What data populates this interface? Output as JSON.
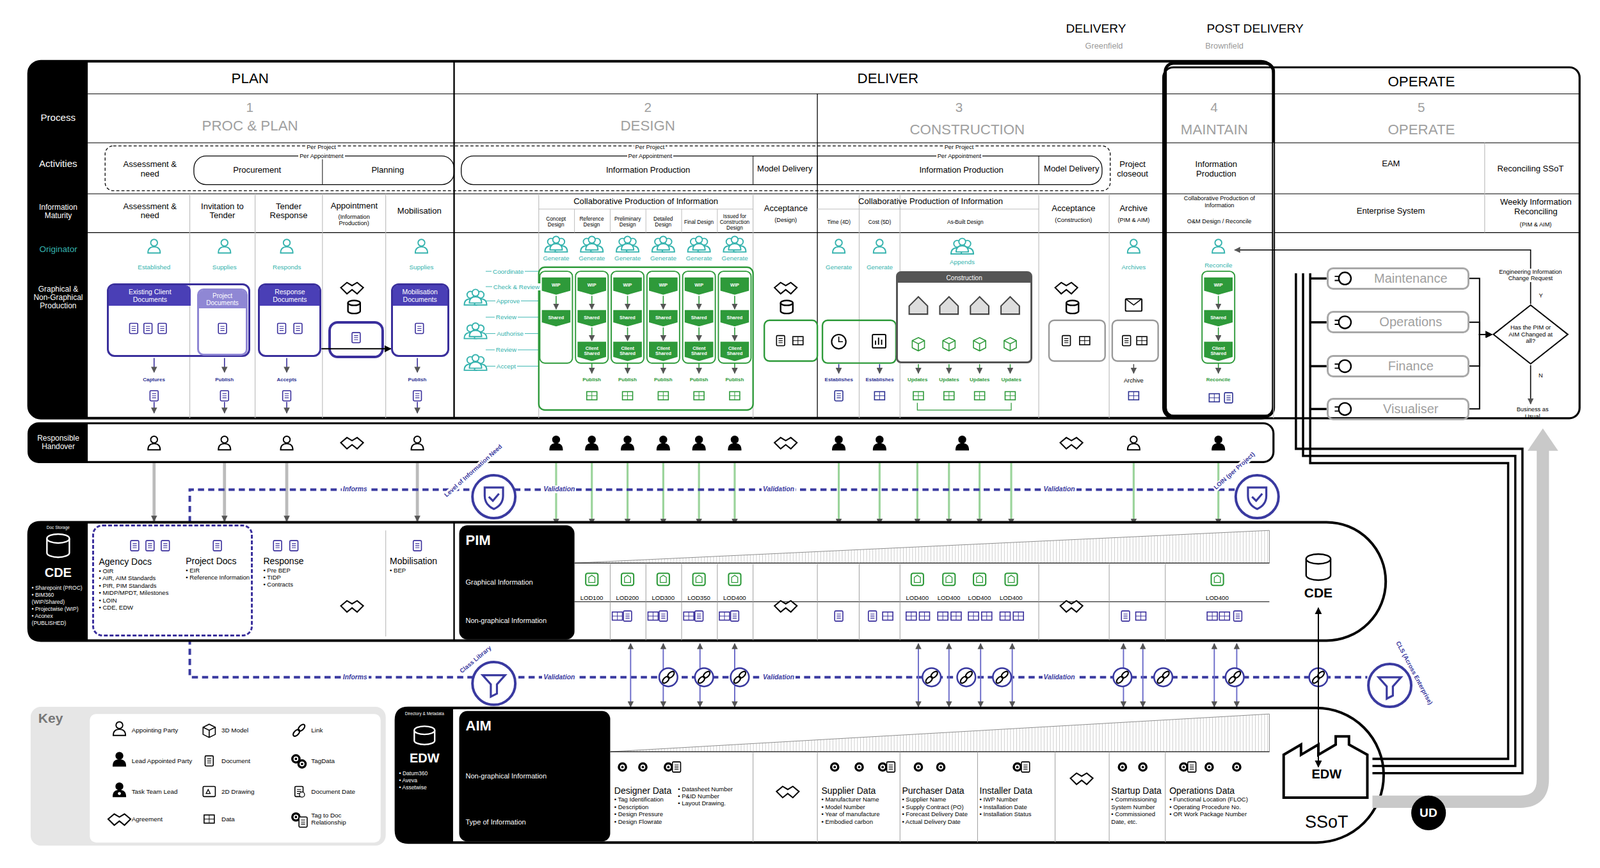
{
  "diagram": {
    "nodes": [
      {
        "text": [
          "Existing Client Documents"
        ]
      },
      {
        "text": [
          "Project Documents"
        ],
        "in": 0
      },
      {
        "text": [
          "Response Documents"
        ]
      },
      {
        "text": [
          "Mobilisation Documents"
        ]
      },
      {
        "text": [
          "Construction"
        ]
      },
      {
        "text": [
          "Maintenance"
        ]
      },
      {
        "text": [
          "Operations"
        ]
      },
      {
        "text": [
          "Finance"
        ]
      },
      {
        "text": [
          "Visualiser"
        ]
      },
      {
        "text": [
          "Has the PIM or AIM Changed at all?"
        ]
      },
      {
        "text": [
          "Doc Storage",
          "CDE",
          "• Sharepoint (PROC)",
          "• BIM360 (WIP/Shared)",
          "• Projectwise (WIP)",
          "• Aconex (PUBLISHED)"
        ]
      },
      {
        "text": [
          "Agency Docs",
          "• OIR",
          "• AIR, AIM Standards",
          "• PIR, PIM Standards",
          "• MIDP/MPDT, Milestones",
          "• LOIN",
          "• CDE, EDW"
        ]
      },
      {
        "text": [
          "Project Docs",
          "• EIR",
          "• Reference Information"
        ],
        "in": 11
      },
      {
        "text": [
          "Response",
          "• Pre BEP",
          "• TIDP",
          "• Contracts"
        ]
      },
      {
        "text": [
          "Mobilisation",
          "• BEP"
        ]
      },
      {
        "text": [
          "PIM",
          "Graphical Information",
          "Non-graphical Information"
        ]
      },
      {
        "text": [
          "CDE"
        ]
      },
      {
        "text": [
          "Directory & Metadata",
          "EDW",
          "• Datum360",
          "• Aveva",
          "• Assetwise"
        ]
      },
      {
        "text": [
          "AIM",
          "Non-graphical Information",
          "Type of Information"
        ]
      },
      {
        "text": [
          "Designer Data",
          "• Tag Identification",
          "• Description",
          "• Design Pressure",
          "• Design Flowrate",
          "• Datasheet Number",
          "• P&ID Number",
          "• Layout Drawing."
        ]
      },
      {
        "text": [
          "Supplier Data",
          "• Manufacturer Name",
          "• Model Number",
          "• Year of manufacture",
          "• Embodied carbon"
        ]
      },
      {
        "text": [
          "Purchaser Data",
          "• Supplier Name",
          "• Supply Contract (PO)",
          "• Forecast Delivery Date",
          "• Actual Delivery Date"
        ]
      },
      {
        "text": [
          "Installer Data",
          "• IWP Number",
          "• Installation Date",
          "• Installation Status"
        ]
      },
      {
        "text": [
          "Startup Data",
          "• Commissioning System Number",
          "• Commissioned Date, etc."
        ]
      },
      {
        "text": [
          "Operations Data",
          "• Functional Location (FLOC)",
          "• Operating Procedure No.",
          "• OR Work Package Number"
        ]
      },
      {
        "text": [
          "EDW",
          "SSoT"
        ]
      },
      {
        "text": [
          "Key"
        ]
      }
    ],
    "edges": [
      {
        "from": 2,
        "to": 3,
        "arrow": "to"
      },
      {
        "from": 5,
        "to": 9,
        "arrow": "to"
      },
      {
        "from": 6,
        "to": 9,
        "arrow": "to"
      },
      {
        "from": 7,
        "to": 9,
        "arrow": "to"
      },
      {
        "from": 8,
        "to": 9,
        "arrow": "to"
      },
      {
        "from": 16,
        "to": 25,
        "arrow": "both"
      }
    ],
    "labels": [
      "DELIVERY",
      "Greenfield",
      "POST DELIVERY",
      "Brownfield",
      "PLAN",
      "DELIVER",
      "OPERATE",
      "1",
      "PROC & PLAN",
      "2",
      "DESIGN",
      "3",
      "CONSTRUCTION",
      "4",
      "MAINTAIN",
      "5",
      "OPERATE",
      "Process",
      "Activities",
      "Information Maturity",
      "Originator",
      "Graphical & Non-Graphical Production",
      "Per Project",
      "Per Appointment",
      "Per Project",
      "Per Appointment",
      "Per Project",
      "Per Appointment",
      "Assessment & need",
      "Procurement",
      "Planning",
      "Information Production",
      "Model Delivery",
      "Information Production",
      "Model Delivery",
      "Project closeout",
      "Information Production",
      "EAM",
      "Reconciling SSoT",
      "Assessment & need",
      "Invitation to Tender",
      "Tender Response",
      "Appointment",
      "(Information Production)",
      "Mobilisation",
      "Collaborative Production of Information",
      "Concept Design",
      "Reference Design",
      "Preliminary Design",
      "Detailed Design",
      "Final Design",
      "Issued for Construction Design",
      "Acceptance",
      "(Design)",
      "Collaborative Production of Information",
      "Time (4D)",
      "Cost (5D)",
      "As-Built Design",
      "Acceptance",
      "(Construction)",
      "Archive",
      "(PIM & AIM)",
      "Collaborative Production of Information",
      "O&M Design / Reconcile",
      "Enterprise System",
      "Weekly Information Reconciling",
      "(PIM & AIM)",
      "Established",
      "Supplies",
      "Responds",
      "Supplies",
      "Generate",
      "Generate",
      "Generate",
      "Generate",
      "Generate",
      "Generate",
      "Generate",
      "Generate",
      "Appends",
      "Archives",
      "Reconcile",
      "Coordinate",
      "Check & Review",
      "Approve",
      "Review",
      "Authorise",
      "Review",
      "Accept",
      "WIP",
      "WIP",
      "WIP",
      "WIP",
      "WIP",
      "WIP",
      "Shared",
      "Shared",
      "Shared",
      "Shared",
      "Shared",
      "Shared",
      "Client Shared",
      "Client Shared",
      "Client Shared",
      "Client Shared",
      "Client Shared",
      "Publish",
      "Publish",
      "Publish",
      "Publish",
      "Publish",
      "Establishes",
      "Establishes",
      "Updates",
      "Updates",
      "Updates",
      "Updates",
      "Archive",
      "WIP",
      "Shared",
      "Client Shared",
      "Reconcile",
      "Captures",
      "Publish",
      "Accepts",
      "Publish",
      "Engineering Information Change Request",
      "Y",
      "N",
      "Business as Usual",
      "Responsible Handover",
      "Informs",
      "Level of Information Need",
      "Validation",
      "Validation",
      "Validation",
      "LOIN (per Project)",
      "Informs",
      "Class Library",
      "Validation",
      "Validation",
      "Validation",
      "CLS (Across Enterprise)",
      "LOD100",
      "LOD200",
      "LOD300",
      "LOD350",
      "LOD400",
      "LOD400",
      "LOD400",
      "LOD400",
      "LOD400",
      "LOD400",
      "UD"
    ],
    "legend": [
      {
        "text": "Appointing Party"
      },
      {
        "text": "Lead Appointed Party"
      },
      {
        "text": "Task Team Lead"
      },
      {
        "text": "Agreement"
      },
      {
        "text": "3D Model"
      },
      {
        "text": "Document"
      },
      {
        "text": "2D Drawing"
      },
      {
        "text": "Data"
      },
      {
        "text": "Link"
      },
      {
        "text": "TagData"
      },
      {
        "text": "Document Date"
      },
      {
        "text": "Tag to Doc Relationship"
      }
    ]
  }
}
